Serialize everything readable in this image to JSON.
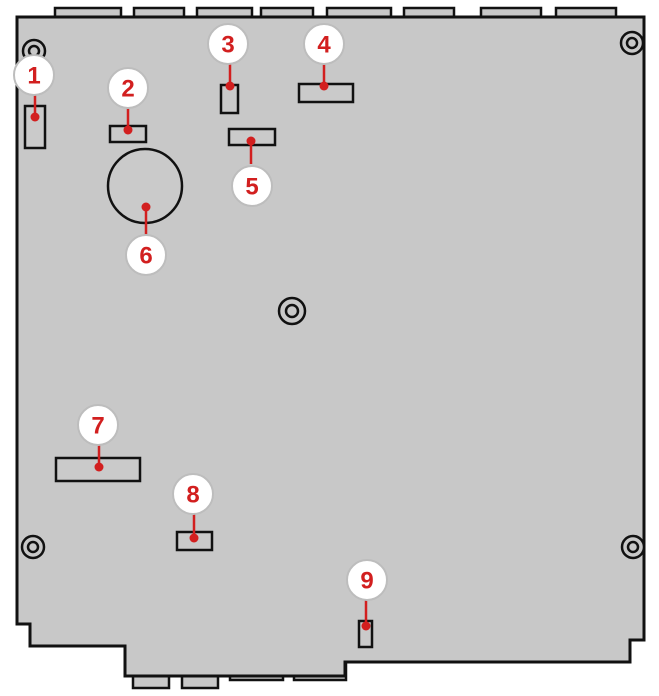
{
  "callouts": [
    {
      "id": "1",
      "label": "1"
    },
    {
      "id": "2",
      "label": "2"
    },
    {
      "id": "3",
      "label": "3"
    },
    {
      "id": "4",
      "label": "4"
    },
    {
      "id": "5",
      "label": "5"
    },
    {
      "id": "6",
      "label": "6"
    },
    {
      "id": "7",
      "label": "7"
    },
    {
      "id": "8",
      "label": "8"
    },
    {
      "id": "9",
      "label": "9"
    }
  ],
  "colors": {
    "board": "#c8c8c8",
    "outline": "#111111",
    "marker": "#d21f1f"
  }
}
